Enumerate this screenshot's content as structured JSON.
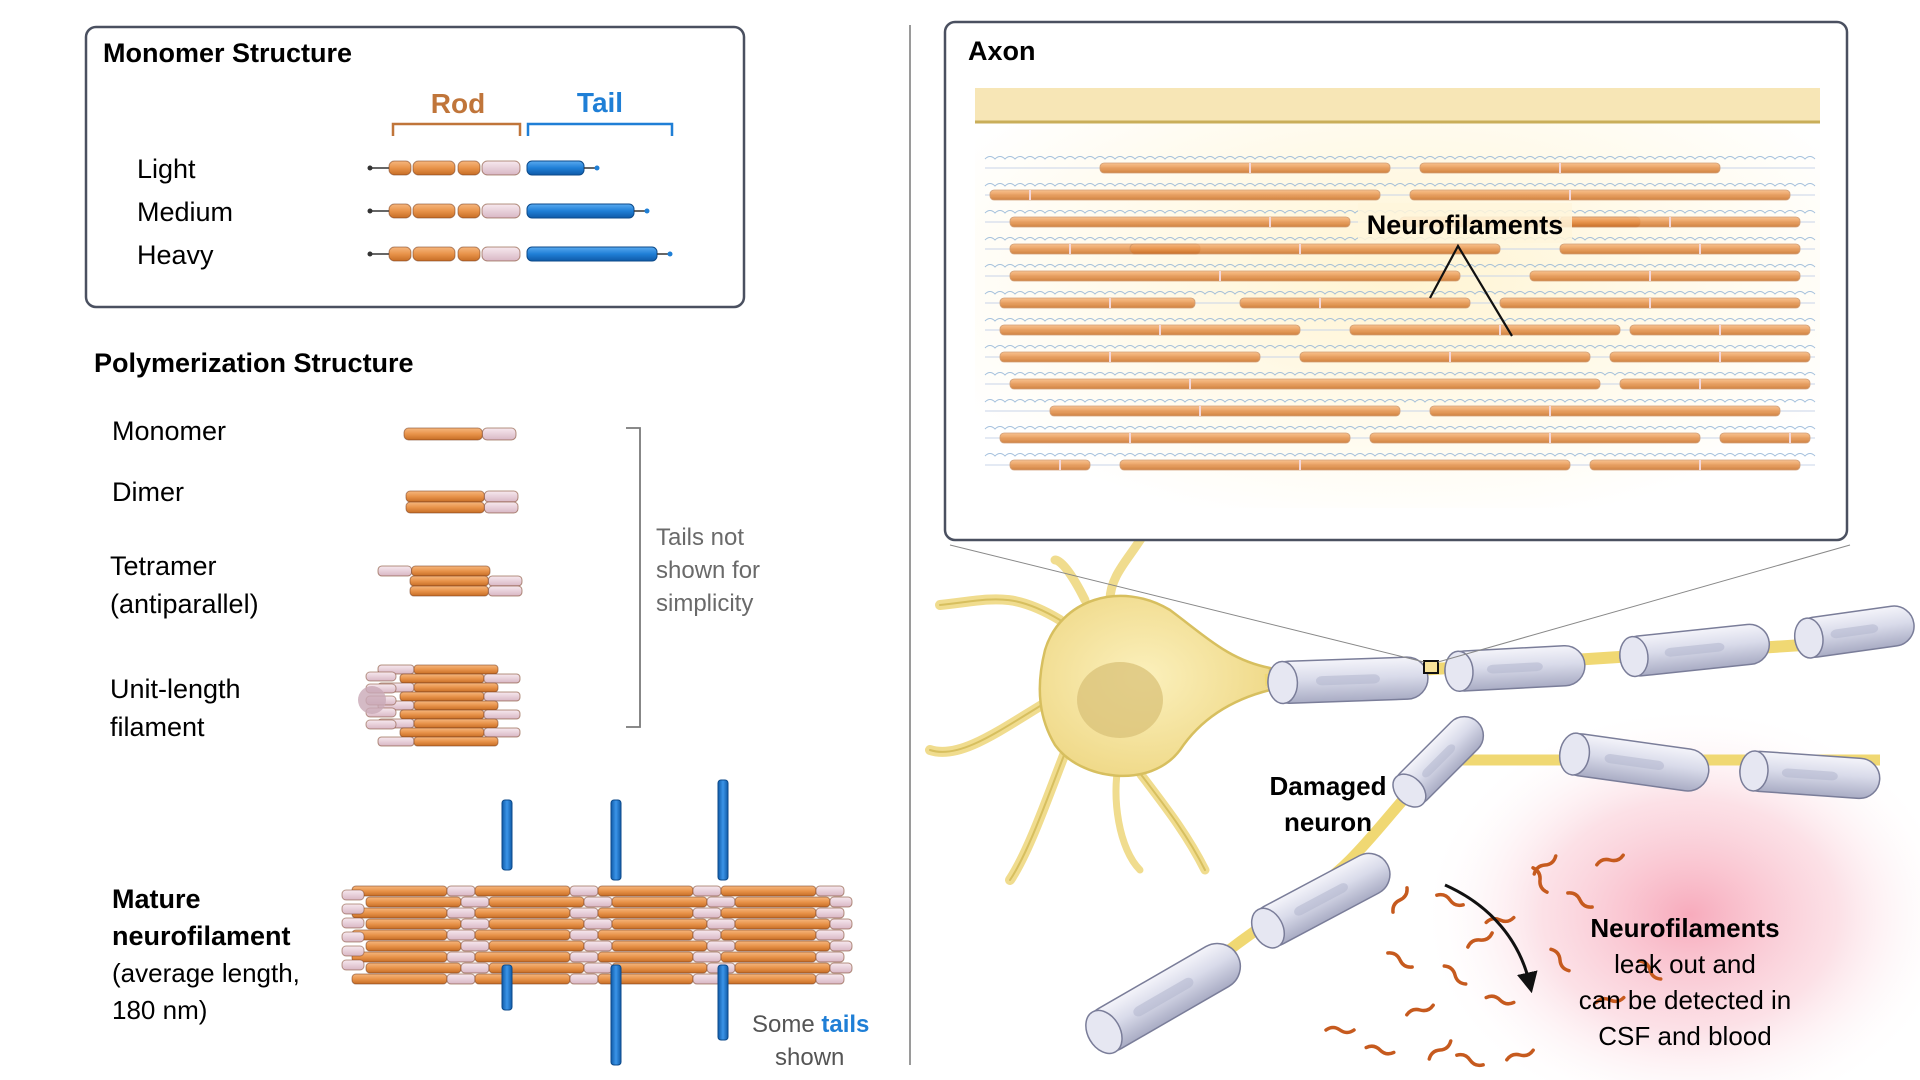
{
  "monomer_panel": {
    "title": "Monomer Structure",
    "rod_label": "Rod",
    "tail_label": "Tail",
    "rows": [
      "Light",
      "Medium",
      "Heavy"
    ]
  },
  "polymerization": {
    "title": "Polymerization Structure",
    "stages": [
      {
        "line1": "Monomer",
        "line2": ""
      },
      {
        "line1": "Dimer",
        "line2": ""
      },
      {
        "line1": "Tetramer",
        "line2": "(antiparallel)"
      },
      {
        "line1": "Unit-length",
        "line2": "filament"
      }
    ],
    "bracket_note": [
      "Tails not",
      "shown for",
      "simplicity"
    ],
    "mature": {
      "line1": "Mature",
      "line2": "neurofilament",
      "line3": "(average length,",
      "line4": "180 nm)"
    },
    "tails_note": {
      "before": "Some",
      "highlight": "tails",
      "line2": "shown"
    }
  },
  "axon_panel": {
    "title": "Axon",
    "filament_label": "Neurofilaments"
  },
  "neuron": {
    "damaged_line1": "Damaged",
    "damaged_line2": "neuron",
    "leak_title": "Neurofilaments",
    "leak_lines": [
      "leak out and",
      "can be detected in",
      "CSF and blood"
    ]
  },
  "colors": {
    "rod": "#e8934a",
    "rod_dark": "#b85f1c",
    "segment_pink": "#ecd3dc",
    "tail_blue": "#1f7fd6",
    "rod_label": "#c0753a",
    "tail_label": "#1f7fd6",
    "neuron_yellow": "#f5e6a0",
    "myelin": "#dfe0ee",
    "panel_border": "#4a5060",
    "inflammation": "#f2a0b0"
  }
}
